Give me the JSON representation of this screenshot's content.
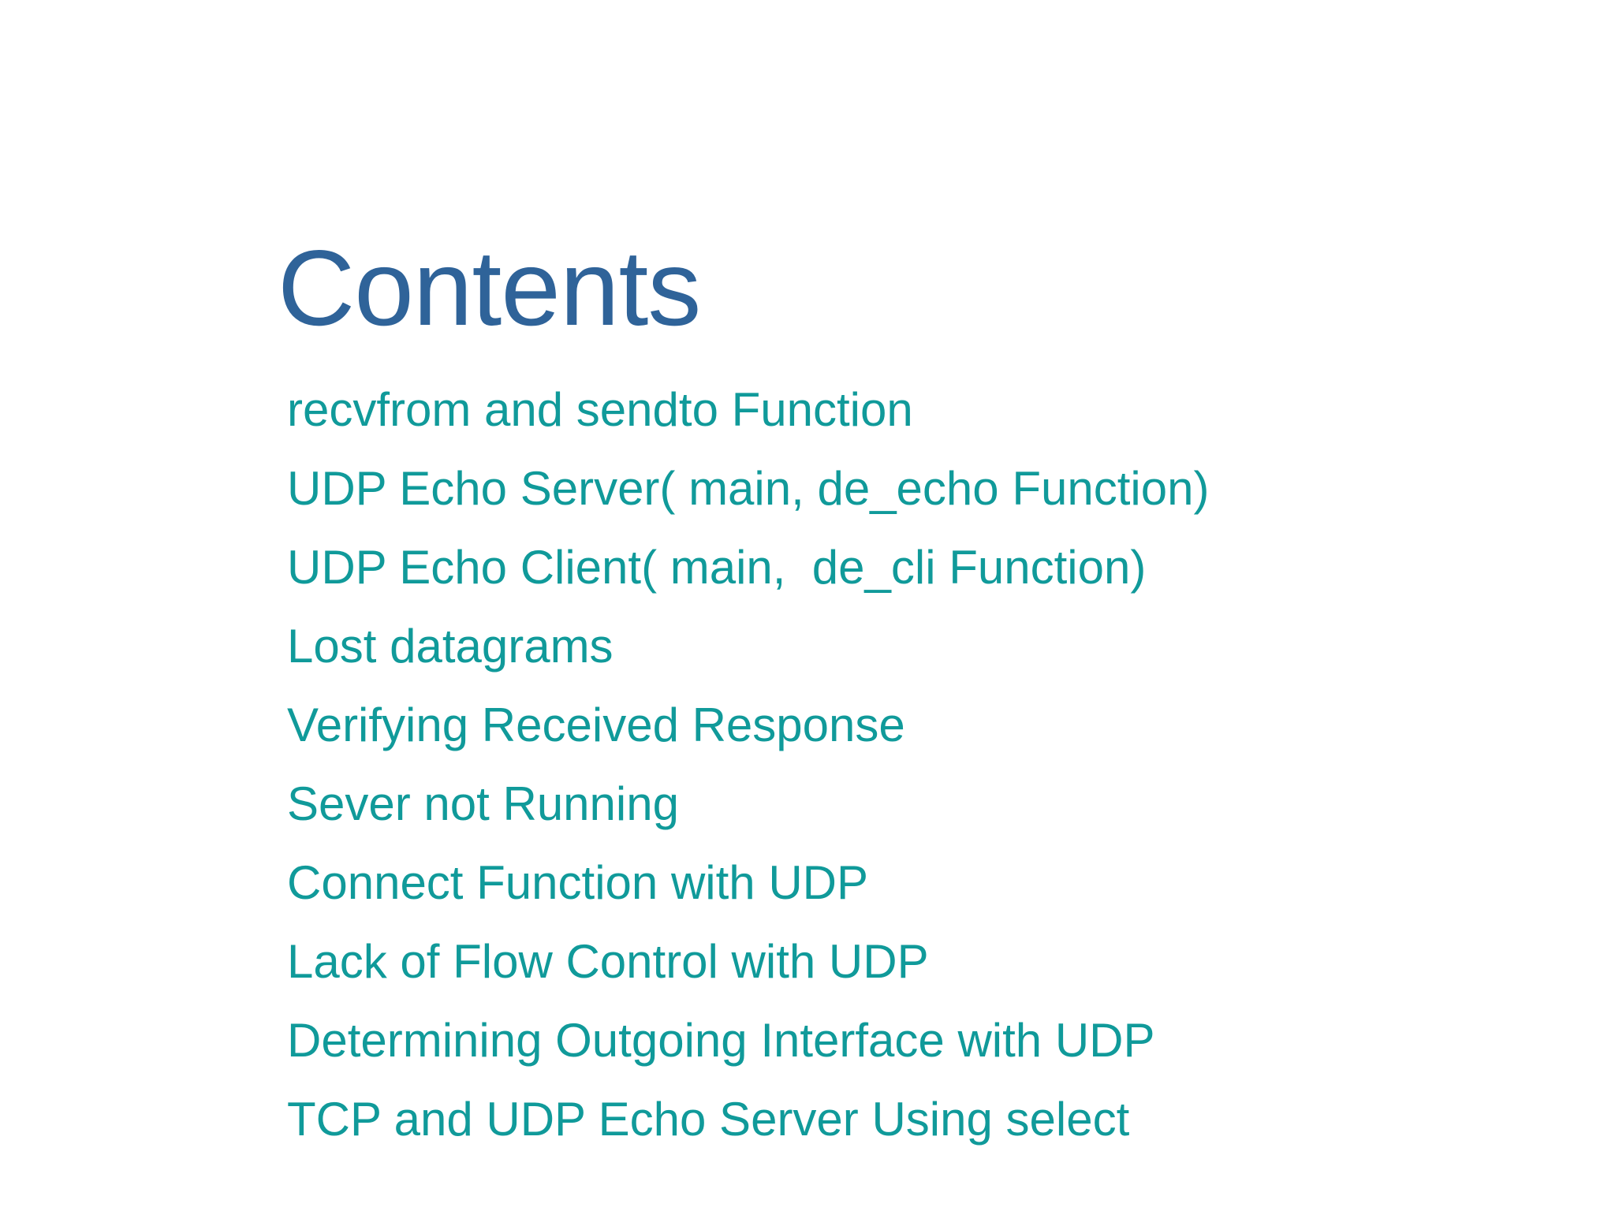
{
  "slide": {
    "title": "Contents",
    "title_color": "#2F6399",
    "body_color": "#109A9A",
    "background_color": "#FFFFFF",
    "items": [
      {
        "text": "recvfrom and sendto Function"
      },
      {
        "text": "UDP Echo Server( main, de_echo Function)"
      },
      {
        "text": "UDP Echo Client( main,  de_cli Function)"
      },
      {
        "text": "Lost datagrams"
      },
      {
        "text": "Verifying Received Response"
      },
      {
        "text": "Sever not Running"
      },
      {
        "text": "Connect Function with UDP"
      },
      {
        "text": "Lack of Flow Control with UDP"
      },
      {
        "text": "Determining Outgoing Interface with UDP"
      },
      {
        "text": "TCP and UDP Echo Server Using select"
      }
    ]
  }
}
